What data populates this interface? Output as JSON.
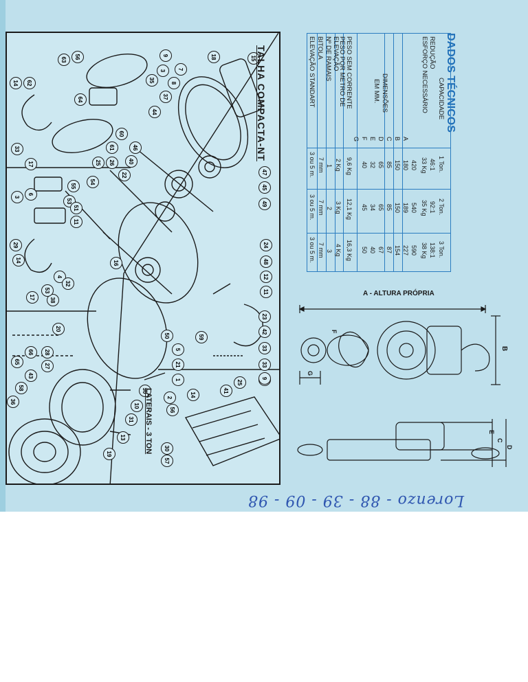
{
  "diagram": {
    "title": "TALHA COMPACTA-NT",
    "laterais_label": "LATERAIS - 3 TON",
    "part_numbers": [
      "15",
      "18",
      "9",
      "7",
      "8",
      "3",
      "35",
      "37",
      "44",
      "56",
      "63",
      "64",
      "62",
      "14",
      "60",
      "61",
      "33",
      "17",
      "46",
      "40",
      "26",
      "25",
      "22",
      "47",
      "45",
      "49",
      "54",
      "55",
      "53",
      "3",
      "6",
      "51",
      "11",
      "24",
      "48",
      "12",
      "11",
      "29",
      "14",
      "4",
      "32",
      "16",
      "20",
      "33",
      "38",
      "53",
      "17",
      "50",
      "59",
      "5",
      "21",
      "1",
      "14",
      "23",
      "42",
      "33",
      "17",
      "28",
      "66",
      "27",
      "43",
      "65",
      "58",
      "36",
      "30",
      "10",
      "31",
      "13",
      "19",
      "9",
      "25",
      "41",
      "2",
      "56",
      "57",
      "30"
    ]
  },
  "tech": {
    "title": "DADOS TÉCNICOS",
    "labels": {
      "capacidade": "CAPACIDADE",
      "reducao": "REDUÇÃO",
      "esforco": "ESFORÇO NECESSÁRIO",
      "dimensoes_1": "DIMENSÕES",
      "dimensoes_2": "EM MM.",
      "peso_sem": "PESO SEM CORRENTE",
      "peso_metro_1": "PESO POR METRO DE",
      "peso_metro_2": "ELEVAÇÃO",
      "ramais": "Nº DE RAMAIS",
      "bitola": "BITOLA",
      "elevacao": "ELEVAÇÃO STANDART"
    },
    "dim_letters": [
      "A",
      "B",
      "C",
      "D",
      "E",
      "F",
      "G"
    ],
    "columns": [
      {
        "capacidade": "1 Ton.",
        "reducao": "46:1",
        "esforco": "33 Kg",
        "dims": [
          "420",
          "180",
          "150",
          "85",
          "65",
          "32",
          "40"
        ],
        "peso_sem": "9,6 Kg",
        "peso_metro": "2 Kg",
        "ramais": "1",
        "bitola": "7 mm",
        "elevacao": "3 ou 5 m."
      },
      {
        "capacidade": "2 Ton.",
        "reducao": "92:1",
        "esforco": "35 Kg",
        "dims": [
          "540",
          "189",
          "150",
          "85",
          "65",
          "34",
          "45"
        ],
        "peso_sem": "12,1 Kg",
        "peso_metro": "3 Kg",
        "ramais": "2",
        "bitola": "7 mm",
        "elevacao": "3 ou 5 m."
      },
      {
        "capacidade": "3 Ton.",
        "reducao": "138:1",
        "esforco": "38 Kg",
        "dims": [
          "590",
          "227",
          "154",
          "87",
          "67",
          "40",
          "50"
        ],
        "peso_sem": "16,3 Kg",
        "peso_metro": "4 Kg",
        "ramais": "3",
        "bitola": "7 mm",
        "elevacao": "3 ou 5 m."
      }
    ]
  },
  "drawing": {
    "label_a": "A - ALTURA PRÓPRIA",
    "letters": [
      "B",
      "C",
      "D",
      "E",
      "F",
      "G"
    ]
  },
  "handwriting": "Lorenzo - 88 - 39 - 09 - 98",
  "colors": {
    "sheet": "#bfe0ec",
    "accent": "#1f6fb8",
    "ink": "#1a1a1a",
    "pen": "#2f56b0"
  }
}
